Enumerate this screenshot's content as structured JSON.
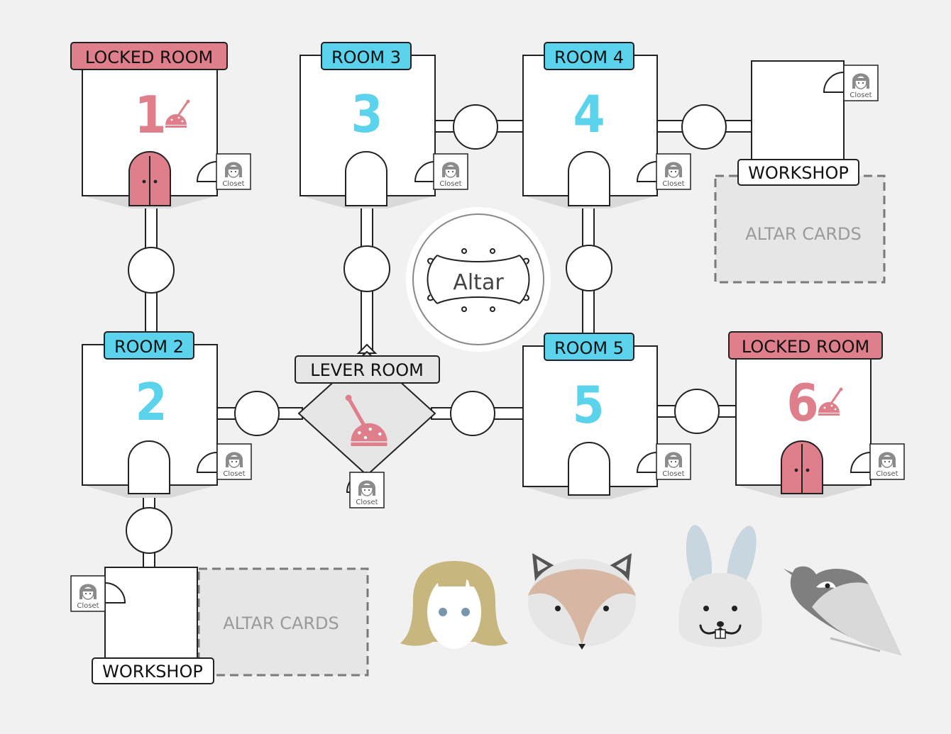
{
  "rooms": {
    "r1": {
      "label": "LOCKED ROOM",
      "number": "1",
      "locked": true
    },
    "r2": {
      "label": "ROOM 2",
      "number": "2",
      "locked": false
    },
    "r3": {
      "label": "ROOM 3",
      "number": "3",
      "locked": false
    },
    "r4": {
      "label": "ROOM 4",
      "number": "4",
      "locked": false
    },
    "r5": {
      "label": "ROOM 5",
      "number": "5",
      "locked": false
    },
    "r6": {
      "label": "LOCKED ROOM",
      "number": "6",
      "locked": true
    }
  },
  "lever_room": {
    "label": "LEVER ROOM"
  },
  "workshops": {
    "top": {
      "label": "WORKSHOP"
    },
    "bottom": {
      "label": "WORKSHOP"
    }
  },
  "altar_cards": {
    "top": {
      "label": "ALTAR CARDS"
    },
    "bottom": {
      "label": "ALTAR CARDS"
    }
  },
  "altar": {
    "label": "Altar"
  },
  "closet": {
    "label": "Closet"
  },
  "characters": [
    "girl-icon",
    "fox-icon",
    "rabbit-icon",
    "crow-icon"
  ],
  "colors": {
    "locked": "#e07f8c",
    "room": "#5bd3ec",
    "lever": "#e07f8c",
    "background": "#f1f1f1"
  }
}
